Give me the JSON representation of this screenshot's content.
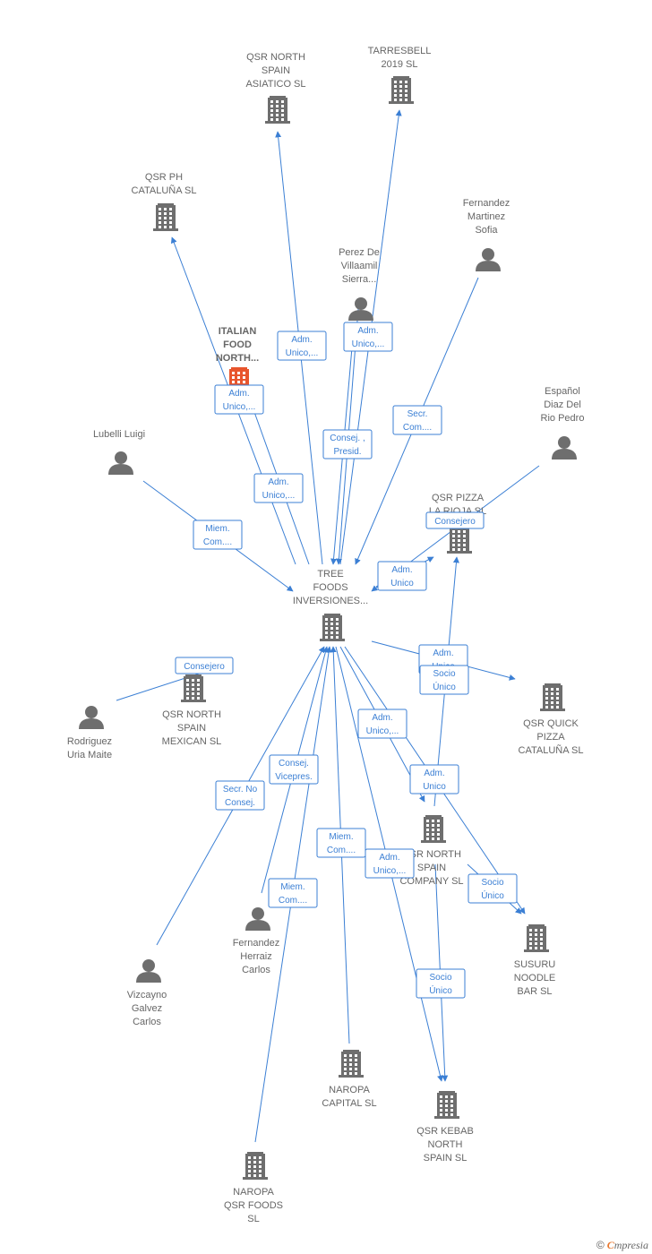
{
  "colors": {
    "edge": "#3b7fd4",
    "company": "#6e6e6e",
    "highlight": "#e8552d",
    "person": "#6e6e6e",
    "label": "#666666"
  },
  "nodes": [
    {
      "id": "tree",
      "type": "company",
      "lines": [
        "TREE",
        "FOODS",
        "INVERSIONES..."
      ]
    },
    {
      "id": "asiatico",
      "type": "company",
      "lines": [
        "QSR NORTH",
        "SPAIN",
        "ASIATICO  SL"
      ]
    },
    {
      "id": "tarres",
      "type": "company",
      "lines": [
        "TARRESBELL",
        "2019  SL"
      ]
    },
    {
      "id": "qsrph",
      "type": "company",
      "lines": [
        "QSR PH",
        "CATALUÑA  SL"
      ]
    },
    {
      "id": "fernandezsofia",
      "type": "person",
      "lines": [
        "Fernandez",
        "Martinez",
        "Sofia"
      ]
    },
    {
      "id": "perez",
      "type": "person",
      "lines": [
        "Perez De",
        "Villaamil",
        "Sierra..."
      ]
    },
    {
      "id": "italian",
      "type": "company-highlight",
      "lines": [
        "ITALIAN",
        "FOOD",
        "NORTH..."
      ]
    },
    {
      "id": "espanol",
      "type": "person",
      "lines": [
        "Español",
        "Diaz Del",
        "Rio Pedro"
      ]
    },
    {
      "id": "lubelli",
      "type": "person",
      "lines": [
        "Lubelli Luigi"
      ]
    },
    {
      "id": "rioja",
      "type": "company",
      "lines": [
        "QSR PIZZA",
        "LA RIOJA  SL"
      ]
    },
    {
      "id": "mexican",
      "type": "company",
      "lines": [
        "QSR NORTH",
        "SPAIN",
        "MEXICAN  SL"
      ]
    },
    {
      "id": "rodriguez",
      "type": "person",
      "lines": [
        "Rodriguez",
        "Uria Maite"
      ]
    },
    {
      "id": "quick",
      "type": "company",
      "lines": [
        "QSR QUICK",
        "PIZZA",
        "CATALUÑA  SL"
      ]
    },
    {
      "id": "company",
      "type": "company",
      "lines": [
        "QSR NORTH",
        "SPAIN",
        "COMPANY  SL"
      ]
    },
    {
      "id": "susuru",
      "type": "company",
      "lines": [
        "SUSURU",
        "NOODLE",
        "BAR  SL"
      ]
    },
    {
      "id": "fernandezcarlos",
      "type": "person",
      "lines": [
        "Fernandez",
        "Herraiz",
        "Carlos"
      ]
    },
    {
      "id": "vizcayno",
      "type": "person",
      "lines": [
        "Vizcayno",
        "Galvez",
        "Carlos"
      ]
    },
    {
      "id": "naropacap",
      "type": "company",
      "lines": [
        "NAROPA",
        "CAPITAL SL"
      ]
    },
    {
      "id": "kebab",
      "type": "company",
      "lines": [
        "QSR KEBAB",
        "NORTH",
        "SPAIN  SL"
      ]
    },
    {
      "id": "naropaqsr",
      "type": "company",
      "lines": [
        "NAROPA",
        "QSR FOODS",
        "SL"
      ]
    }
  ],
  "edges": [
    {
      "id": "e1",
      "label": [
        "Adm.",
        "Unico,..."
      ]
    },
    {
      "id": "e2",
      "label": [
        "Adm.",
        "Unico,..."
      ]
    },
    {
      "id": "e3",
      "label": [
        "Adm.",
        "Unico,..."
      ]
    },
    {
      "id": "e4",
      "label": [
        "Secr.",
        "Com...."
      ]
    },
    {
      "id": "e5",
      "label": [
        "Consej. ,",
        "Presid."
      ]
    },
    {
      "id": "e6",
      "label": [
        "Adm.",
        "Unico,..."
      ]
    },
    {
      "id": "e7",
      "label": [
        "Miem.",
        "Com...."
      ]
    },
    {
      "id": "e8",
      "label": [
        "Consejero"
      ]
    },
    {
      "id": "e9",
      "label": [
        "Adm.",
        "Unico"
      ]
    },
    {
      "id": "e10",
      "label": [
        "Adm.",
        "Unico,..."
      ]
    },
    {
      "id": "e11",
      "label": [
        "Consejero"
      ]
    },
    {
      "id": "e12",
      "label": [
        "Adm.",
        "Unico"
      ]
    },
    {
      "id": "e13",
      "label": [
        "Socio",
        "Único"
      ]
    },
    {
      "id": "e14",
      "label": [
        "Adm.",
        "Unico,..."
      ]
    },
    {
      "id": "e15",
      "label": [
        "Adm.",
        "Unico"
      ]
    },
    {
      "id": "e16",
      "label": [
        "Socio",
        "Único"
      ]
    },
    {
      "id": "e17",
      "label": [
        "Consej.",
        "Vicepres."
      ]
    },
    {
      "id": "e18",
      "label": [
        "Secr.  No",
        "Consej."
      ]
    },
    {
      "id": "e19",
      "label": [
        "Miem.",
        "Com...."
      ]
    },
    {
      "id": "e20",
      "label": [
        "Adm.",
        "Unico,..."
      ]
    },
    {
      "id": "e21",
      "label": [
        "Miem.",
        "Com...."
      ]
    },
    {
      "id": "e22",
      "label": [
        "Socio",
        "Único"
      ]
    }
  ],
  "footer": {
    "copyright": "©",
    "brand_first": "C",
    "brand_rest": "mpresia"
  }
}
